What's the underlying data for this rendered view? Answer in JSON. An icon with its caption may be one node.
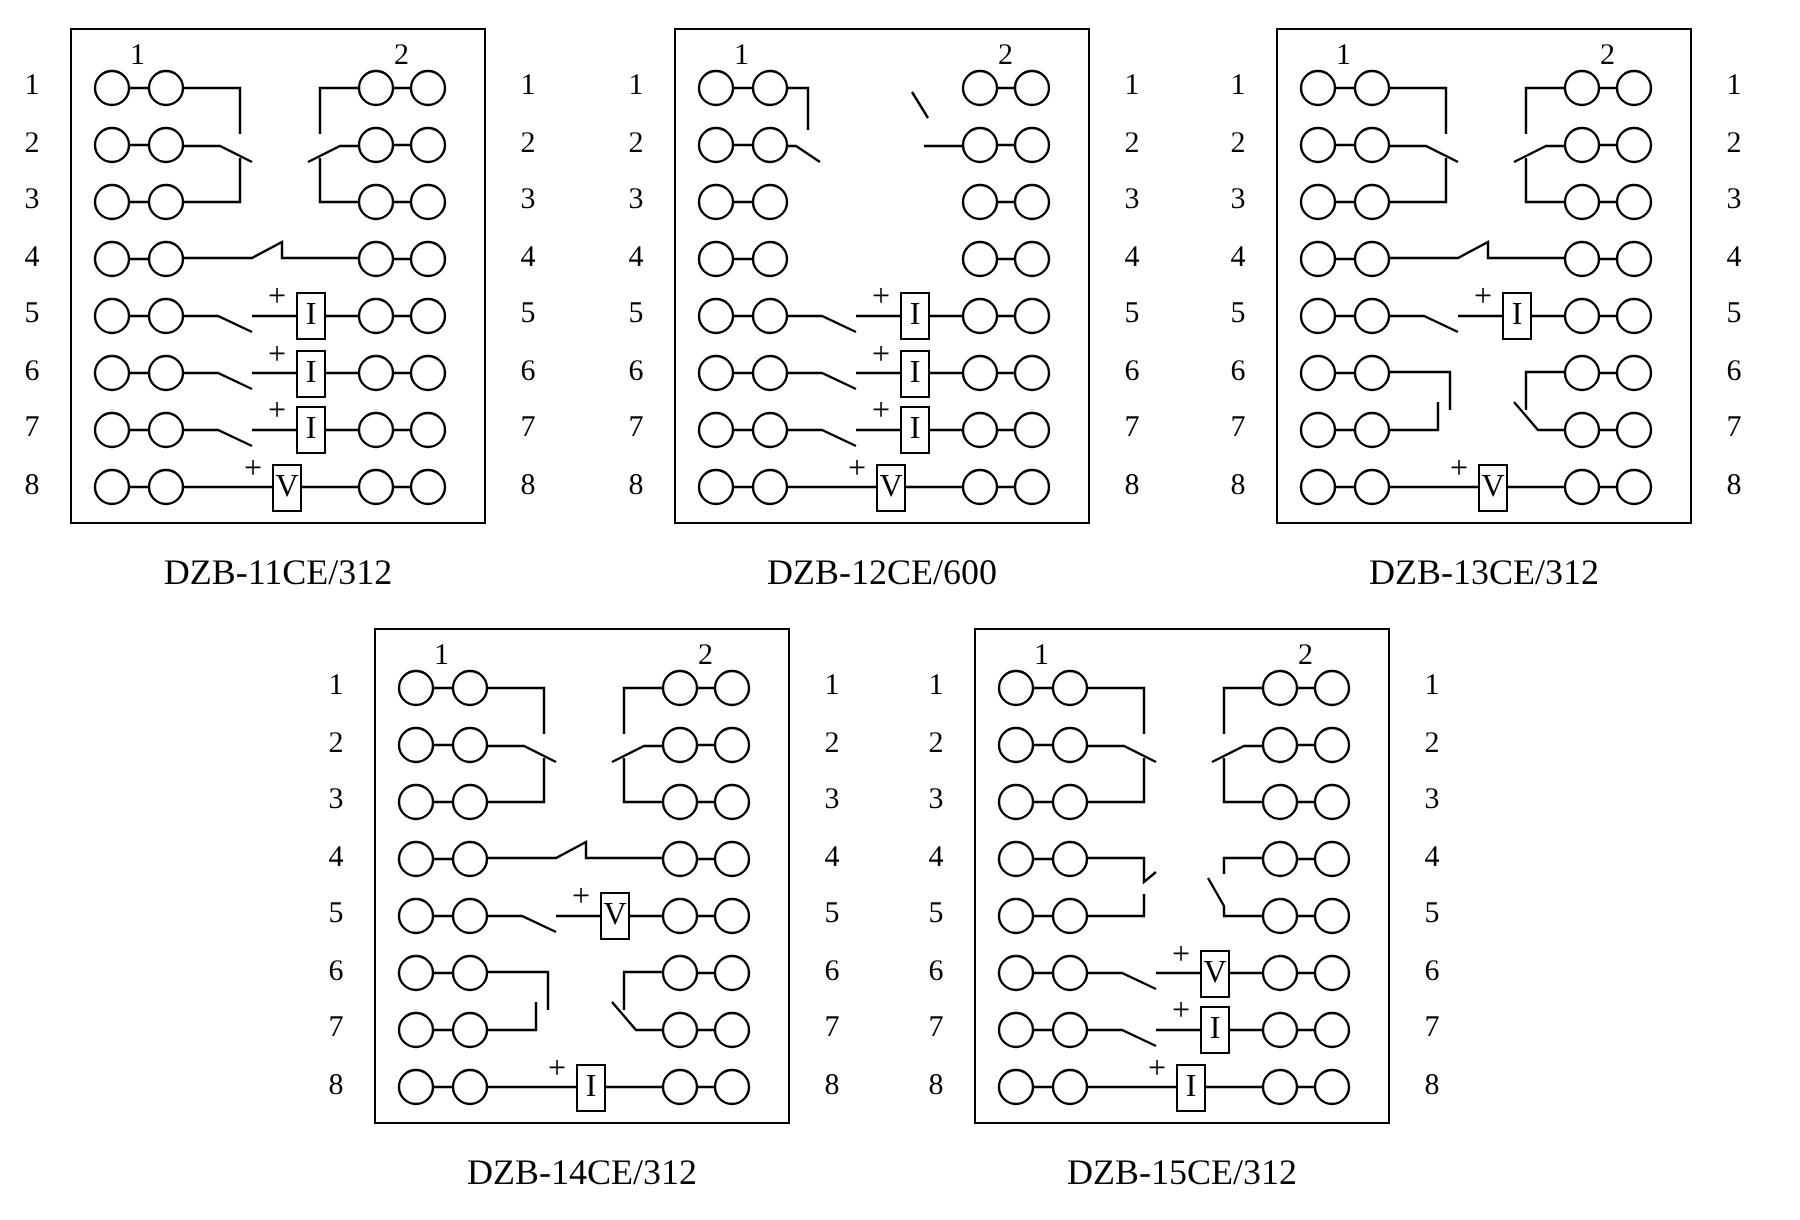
{
  "diagram": {
    "nodes": [
      {
        "text": [
          "DZB-11CE/312"
        ]
      },
      {
        "text": [
          "I"
        ],
        "in": 0
      },
      {
        "text": [
          "I"
        ],
        "in": 0
      },
      {
        "text": [
          "I"
        ],
        "in": 0
      },
      {
        "text": [
          "V"
        ],
        "in": 0
      },
      {
        "text": [
          "DZB-12CE/600"
        ]
      },
      {
        "text": [
          "I"
        ],
        "in": 5
      },
      {
        "text": [
          "I"
        ],
        "in": 5
      },
      {
        "text": [
          "I"
        ],
        "in": 5
      },
      {
        "text": [
          "V"
        ],
        "in": 5
      },
      {
        "text": [
          "DZB-13CE/312"
        ]
      },
      {
        "text": [
          "I"
        ],
        "in": 10
      },
      {
        "text": [
          "V"
        ],
        "in": 10
      },
      {
        "text": [
          "DZB-14CE/312"
        ]
      },
      {
        "text": [
          "V"
        ],
        "in": 13
      },
      {
        "text": [
          "I"
        ],
        "in": 13
      },
      {
        "text": [
          "DZB-15CE/312"
        ]
      },
      {
        "text": [
          "V"
        ],
        "in": 16
      },
      {
        "text": [
          "I"
        ],
        "in": 16
      },
      {
        "text": [
          "I"
        ],
        "in": 16
      }
    ],
    "labels": [
      "1",
      "1",
      "2",
      "1",
      "2",
      "2",
      "3",
      "3",
      "4",
      "4",
      "5",
      "+",
      "5",
      "6",
      "+",
      "6",
      "7",
      "+",
      "7",
      "8",
      "+",
      "8",
      "1",
      "1",
      "2",
      "1",
      "2",
      "2",
      "3",
      "3",
      "4",
      "4",
      "5",
      "+",
      "5",
      "6",
      "+",
      "6",
      "7",
      "+",
      "7",
      "8",
      "+",
      "8",
      "1",
      "1",
      "2",
      "1",
      "2",
      "2",
      "3",
      "3",
      "4",
      "4",
      "5",
      "+",
      "5",
      "6",
      "6",
      "7",
      "7",
      "8",
      "+",
      "8",
      "1",
      "1",
      "2",
      "1",
      "2",
      "2",
      "3",
      "3",
      "4",
      "4",
      "5",
      "+",
      "5",
      "6",
      "6",
      "7",
      "7",
      "8",
      "+",
      "8",
      "1",
      "1",
      "2",
      "1",
      "2",
      "2",
      "3",
      "3",
      "4",
      "4",
      "5",
      "5",
      "6",
      "+",
      "6",
      "7",
      "+",
      "7",
      "8",
      "+",
      "8"
    ]
  }
}
